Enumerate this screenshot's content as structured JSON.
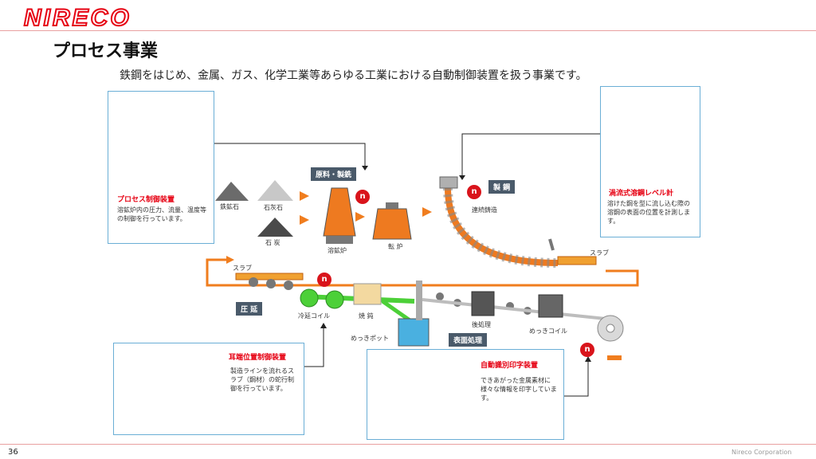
{
  "header": {
    "logo": "NIRECO",
    "title": "プロセス事業"
  },
  "subtitle": "鉄鋼をはじめ、金属、ガス、化学工業等あらゆる工業における自動制御装置を扱う事業です。",
  "badge_icon": "nireco-badge-icon",
  "stages": {
    "raw": "原料・製銑",
    "steel": "製 鋼",
    "surface": "表面処理"
  },
  "materials": {
    "iron_ore": "鉄鉱石",
    "limestone": "石灰石",
    "coal": "石 炭"
  },
  "equipment": {
    "blast_furnace": "溶鉱炉",
    "converter": "転 炉",
    "caster": "連続鋳造",
    "slab_top": "スラブ",
    "slab_left": "スラブ",
    "rolling": "圧 延",
    "cold_coil": "冷延コイル",
    "annealing": "焼 鈍",
    "plating_pot": "めっきポット",
    "post_treatment": "後処理",
    "plated_coil": "めっきコイル"
  },
  "callouts": {
    "process": {
      "title": "プロセス制御装置",
      "text": "溶鉱炉内の圧力、流量、温度等の制御を行っています。"
    },
    "level": {
      "title": "渦流式溶鋼レベル計",
      "text": "溶けた鋼を型に流し込む際の溶鋼の表面の位置を計測します。"
    },
    "edge": {
      "title": "耳端位置制御装置",
      "text": "製造ラインを流れるスラブ（鋼材）の蛇行制御を行っています。"
    },
    "marking": {
      "title": "自動識別印字装置",
      "text": "できあがった金属素材に様々な情報を印字しています。"
    }
  },
  "footer": {
    "page": "36",
    "corp": "Nireco Corporation"
  },
  "colors": {
    "brand_red": "#e60012",
    "callout_border": "#6aaed6",
    "flow_orange": "#f07d1e",
    "stage_label": "#4a5a6a"
  }
}
